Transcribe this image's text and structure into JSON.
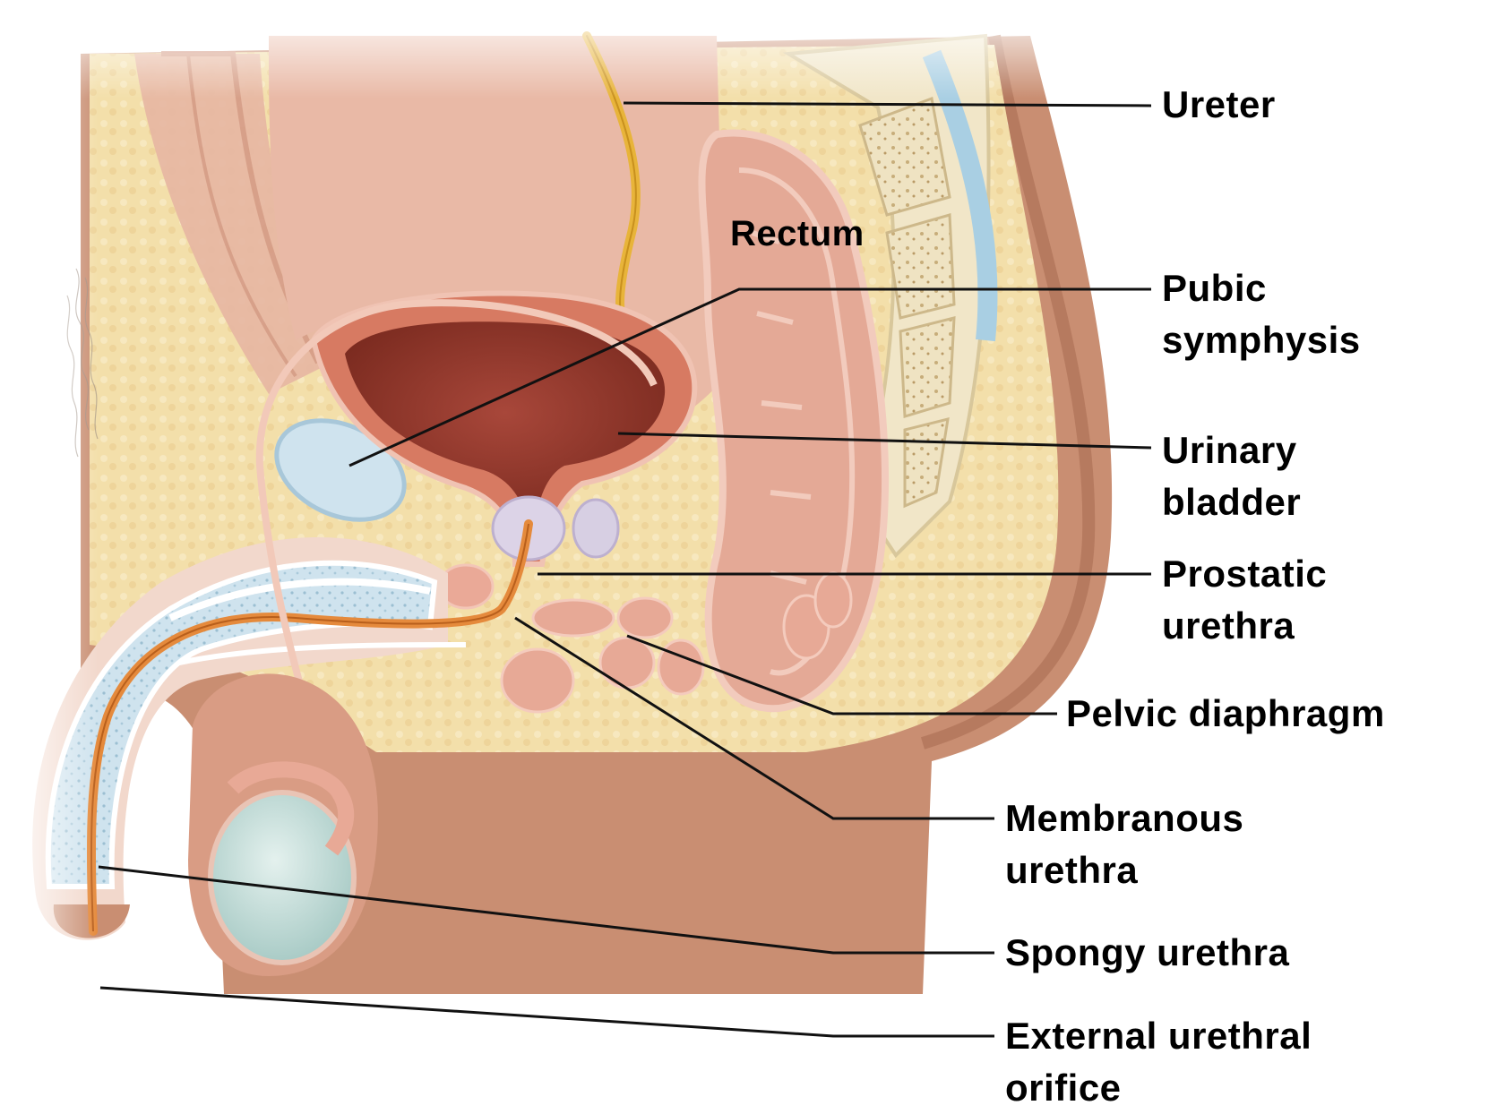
{
  "labels": {
    "ureter": "Ureter",
    "rectum": "Rectum",
    "pubic_symphysis": [
      "Pubic",
      "symphysis"
    ],
    "urinary_bladder": [
      "Urinary",
      "bladder"
    ],
    "prostatic_urethra": [
      "Prostatic",
      "urethra"
    ],
    "pelvic_diaphragm": "Pelvic diaphragm",
    "membranous_urethra": [
      "Membranous",
      "urethra"
    ],
    "spongy_urethra": "Spongy urethra",
    "external_urethral_orifice": [
      "External urethral",
      "orifice"
    ]
  },
  "colors": {
    "skin": "#c98e72",
    "skin_light": "#e3b49c",
    "fat": "#f3dfaa",
    "bone": "#f1e6c8",
    "bladder_wall": "#b4533f",
    "bladder_lumen": "#8c2f24",
    "cartilage_blue": "#cfe3ee",
    "urethra": "#e58a3c",
    "ureter": "#e8b43a",
    "leader_line": "#111111"
  }
}
